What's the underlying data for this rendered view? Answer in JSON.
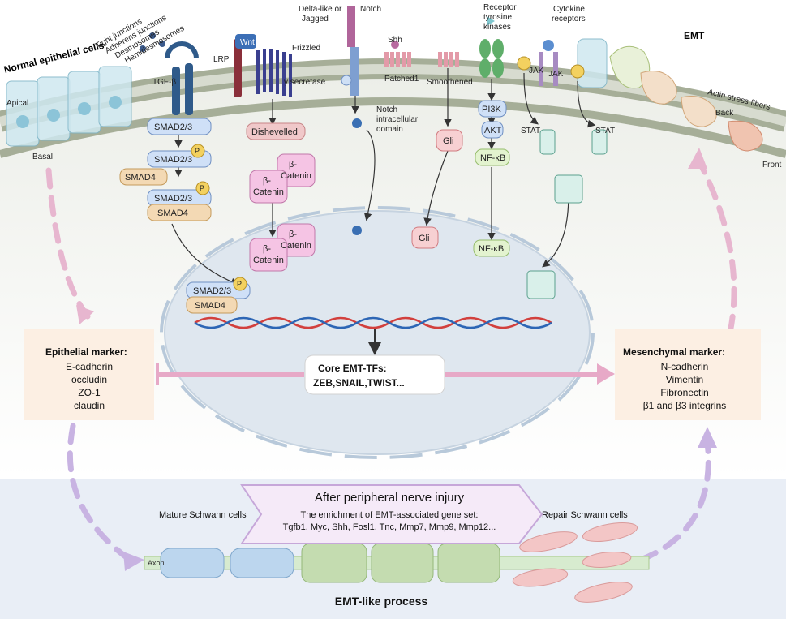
{
  "header": {
    "left_title": "Normal epithelial cells",
    "right_title": "EMT"
  },
  "epithelial_cell": {
    "junctions": [
      "Tight junctions",
      "Adherens junctions",
      "Desmosomes",
      "Hemidesmosomes"
    ],
    "apical": "Apical",
    "basal": "Basal"
  },
  "mesenchymal_cell": {
    "actin": "Actin stress fibers",
    "back": "Back",
    "front": "Front"
  },
  "receptors": {
    "tgfb": "TGF-β",
    "lrp": "LRP",
    "wnt": "Wnt",
    "frizzled": "Frizzled",
    "delta": "Delta-like or\nJagged",
    "notch": "Notch",
    "gamma": "γ secretase",
    "shh": "Shh",
    "patched": "Patched1",
    "smoothened": "Smoothened",
    "rtk": "Receptor\ntyrosine\nkinases",
    "cytokine": "Cytokine\nreceptors",
    "jak": "JAK",
    "stat": "STAT"
  },
  "pathway": {
    "smad23": "SMAD2/3",
    "smad4": "SMAD4",
    "p": "P",
    "dishevelled": "Dishevelled",
    "bcatenin": "β-\nCatenin",
    "nicd": "Notch\nintracellular\ndomain",
    "gli": "Gli",
    "pi3k": "PI3K",
    "akt": "AKT",
    "nfkb": "NF-κB"
  },
  "nucleus": {
    "core_title": "Core EMT-TFs:",
    "core_tfs": "ZEB,SNAIL,TWIST..."
  },
  "epithelial_marker": {
    "title": "Epithelial marker",
    "items": [
      "E-cadherin",
      "occludin",
      "ZO-1",
      "claudin"
    ]
  },
  "mesenchymal_marker": {
    "title": "Mesenchymal marker",
    "items": [
      "N-cadherin",
      "Vimentin",
      "Fibronectin",
      "β1 and β3 integrins"
    ]
  },
  "bottom": {
    "after_injury": "After peripheral nerve injury",
    "enrichment": "The enrichment of EMT-associated gene set:",
    "genes": "Tgfb1, Myc, Shh, Fosl1, Tnc, Mmp7, Mmp9, Mmp12...",
    "mature": "Mature Schwann cells",
    "repair": "Repair Schwann cells",
    "axon": "Axon",
    "process": "EMT-like process"
  },
  "colors": {
    "membrane": "#b9c0a8",
    "cytoplasm": "#f3f4f1",
    "nucleus": "#dfe7ef",
    "marker_box": "#fcefe3",
    "bottom_panel": "#e9eef6",
    "arrow_pink": "#e7b6cf",
    "arrow_purple": "#c8b3e2"
  }
}
